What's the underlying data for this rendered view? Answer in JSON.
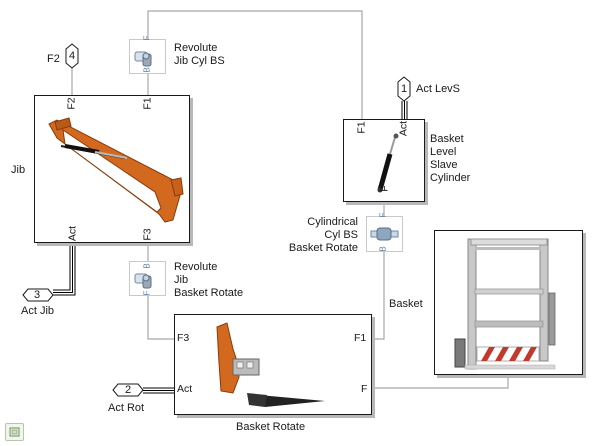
{
  "blocks": {
    "jib": {
      "name": "Jib",
      "ports": {
        "f2": "F2",
        "f1": "F1",
        "act": "Act",
        "f3": "F3"
      }
    },
    "basket_level": {
      "name": "Basket\nLevel\nSlave\nCylinder",
      "ports": {
        "f1": "F1",
        "act": "Act",
        "f": "F"
      }
    },
    "basket_rotate": {
      "name": "Basket Rotate",
      "ports": {
        "f3": "F3",
        "act": "Act",
        "f1": "F1",
        "f": "F"
      }
    },
    "basket": {
      "name": "Basket"
    },
    "revolute_jib_cyl": {
      "name": "Revolute\nJib Cyl BS",
      "ports": {
        "b": "B",
        "f": "F"
      }
    },
    "revolute_jib_basket": {
      "name": "Revolute\nJib\nBasket Rotate",
      "ports": {
        "b": "B",
        "f": "F"
      }
    },
    "cylindrical": {
      "name": "Cylindrical\nCyl BS\nBasket Rotate",
      "ports": {
        "b": "B",
        "f": "F"
      }
    }
  },
  "connection_ports": [
    {
      "id": "cp-f2",
      "number": "4",
      "label": "F2"
    },
    {
      "id": "cp-act-levs",
      "number": "1",
      "label": "Act LevS"
    },
    {
      "id": "cp-act-jib",
      "number": "3",
      "label": "Act Jib"
    },
    {
      "id": "cp-act-rot",
      "number": "2",
      "label": "Act Rot"
    }
  ],
  "colors": {
    "wire": "#a8a8a8",
    "signal": "#000000",
    "orange": "#d2691e",
    "joint_blue": "#5a7fa8"
  }
}
